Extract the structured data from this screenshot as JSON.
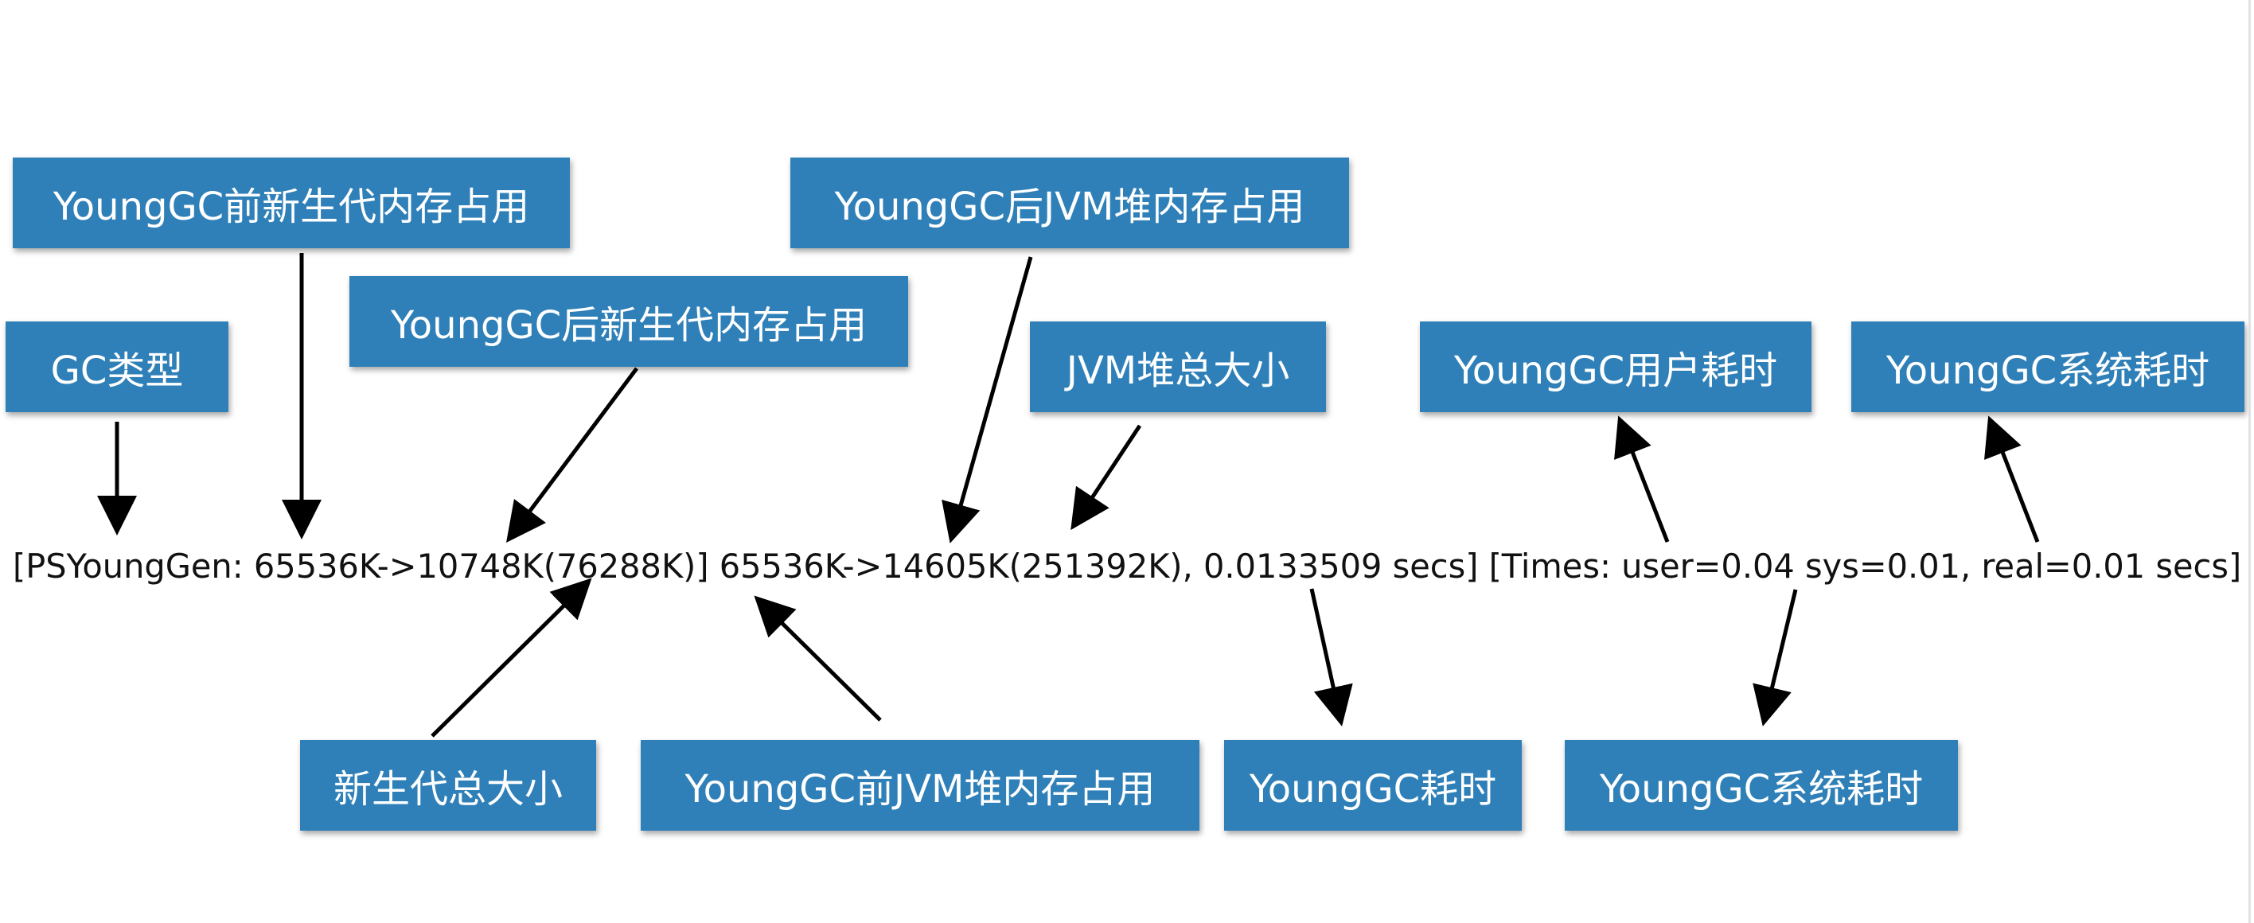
{
  "colors": {
    "box_fill": "#2f80b8",
    "box_text": "#ffffff",
    "arrow": "#000000",
    "log_text": "#111111",
    "background": "#ffffff"
  },
  "log_line": "[PSYoungGen: 65536K->10748K(76288K)] 65536K->14605K(251392K), 0.0133509 secs] [Times: user=0.04 sys=0.01, real=0.01 secs]",
  "labels": {
    "gc_type": "GC类型",
    "young_before_young": "YoungGC前新生代内存占用",
    "young_after_young": "YoungGC后新生代内存占用",
    "young_after_heap": "YoungGC后JVM堆内存占用",
    "heap_total": "JVM堆总大小",
    "user_time": "YoungGC用户耗时",
    "sys_time_top": "YoungGC系统耗时",
    "young_total": "新生代总大小",
    "young_before_heap": "YoungGC前JVM堆内存占用",
    "gc_time": "YoungGC耗时",
    "sys_time_bottom": "YoungGC系统耗时"
  }
}
